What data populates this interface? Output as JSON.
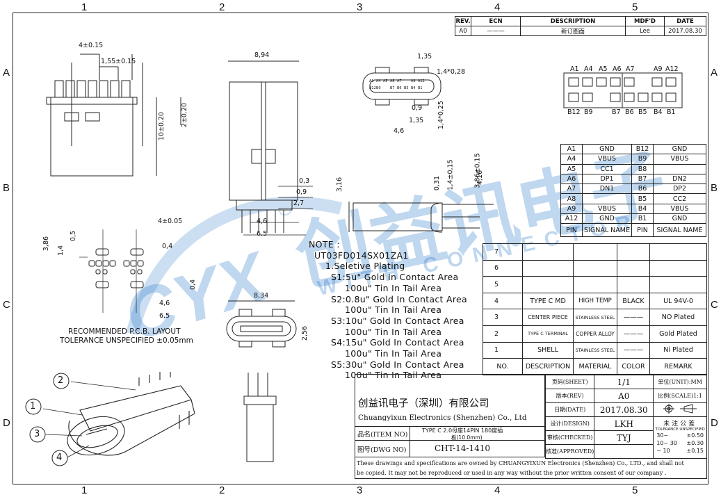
{
  "zones": {
    "columns": [
      "1",
      "2",
      "3",
      "4",
      "5"
    ],
    "rows": [
      "A",
      "B",
      "C",
      "D"
    ]
  },
  "revision_block": {
    "headers": [
      "REV.",
      "ECN",
      "DESCRIPTION",
      "MDF'D",
      "DATE"
    ],
    "row": [
      "A0",
      "———",
      "新订图面",
      "Lee",
      "2017.08.30"
    ]
  },
  "dimensions": {
    "side_view": [
      "4±0.15",
      "1,55±0.15",
      "10±0.20",
      "2±0.20"
    ],
    "front_view": [
      "8,94"
    ],
    "socket_view": [
      "1,35",
      "1,4*0,28",
      "0,9",
      "1,35",
      "4,6",
      "1,4*0,25"
    ],
    "pcb_side": [
      "0,3",
      "0,9",
      "2,7",
      "4,6",
      "6,5"
    ],
    "profile_view": [
      "3,16",
      "0,31",
      "1,4±0,15",
      "3,86±0,15",
      "4,16"
    ],
    "pcb_layout": [
      "4±0.05",
      "3,86",
      "1,4",
      "0,5",
      "0,4",
      "0,4",
      "4,6",
      "6,5"
    ],
    "port_view": [
      "8,34",
      "2,56"
    ]
  },
  "pin_labels_top": [
    "A1",
    "A4",
    "A5",
    "A6",
    "A7",
    "A9",
    "A12"
  ],
  "pin_labels_bottom": [
    "B12",
    "B9",
    "B7",
    "B6",
    "B5",
    "B4",
    "B1"
  ],
  "socket_pin_labels": [
    "A1",
    "A4",
    "A5",
    "A6",
    "A7",
    "A9",
    "A12",
    "B12",
    "B9",
    "B7",
    "B6",
    "B5",
    "B4",
    "B1"
  ],
  "pcb_layout_caption": [
    "RECOMMENDED  P.C.B. LAYOUT",
    "TOLERANCE  UNSPECIFIED  ±0.05mm"
  ],
  "note": {
    "title": "NOTE :",
    "lines": [
      "UT03FD014SX01ZA1",
      "1.Seletive Plating",
      "S1:5u\" Gold In Contact Area",
      "100u\" Tin  In Tail Area",
      "S2:0.8u\" Gold In Contact Area",
      "100u\" Tin   In Tail Area",
      "S3:10u\" Gold In Contact Area",
      "100u\" Tin   In Tail Area",
      "S4:15u\" Gold In Contact Area",
      "100u\" Tin   In Tail Area",
      "S5:30u\" Gold In Contact Area",
      "100u\" Tin   In Tail Area"
    ]
  },
  "pin_table": {
    "rows": [
      [
        "A1",
        "GND",
        "B12",
        "GND"
      ],
      [
        "A4",
        "VBUS",
        "B9",
        "VBUS"
      ],
      [
        "A5",
        "CC1",
        "B8",
        ""
      ],
      [
        "A6",
        "DP1",
        "B7",
        "DN2"
      ],
      [
        "A7",
        "DN1",
        "B6",
        "DP2"
      ],
      [
        "A8",
        "",
        "B5",
        "CC2"
      ],
      [
        "A9",
        "VBUS",
        "B4",
        "VBUS"
      ],
      [
        "A12",
        "GND",
        "B1",
        "GND"
      ]
    ],
    "header": [
      "PIN",
      "SIGNAL NAME",
      "PIN",
      "SIGNAL NAME"
    ]
  },
  "bom": {
    "rows": [
      [
        "7",
        "",
        "",
        "",
        ""
      ],
      [
        "6",
        "",
        "",
        "",
        ""
      ],
      [
        "5",
        "",
        "",
        "",
        ""
      ],
      [
        "4",
        "TYPE C MD",
        "HIGH TEMP",
        "BLACK",
        "UL 94V-0"
      ],
      [
        "3",
        "CENTER PIECE",
        "STAINLESS STEEL",
        "———",
        "NO Plated"
      ],
      [
        "2",
        "TYPE C TERMINAL",
        "COPPER ALLOY",
        "———",
        "Gold Plated"
      ],
      [
        "1",
        "SHELL",
        "STAINLESS STEEL",
        "———",
        "Ni Plated"
      ]
    ],
    "header": [
      "NO.",
      "DESCRIPTION",
      "MATERIAL",
      "COLOR",
      "REMARK"
    ]
  },
  "callouts": [
    "1",
    "2",
    "3",
    "4"
  ],
  "title_block": {
    "company_cn": "创益讯电子（深圳）有限公司",
    "company_en": "Chuangyixun Electronics (Shenzhen) Co., Ltd",
    "page_label": "页码(SHEET)",
    "page_value": "1/1",
    "unit_label": "单位(UNIT):MM",
    "version_label": "版本(REV)",
    "version_value": "A0",
    "scale_label": "比例(SCALE)1:1",
    "date_label": "日期(DATE)",
    "date_value": "2017.08.30",
    "design_label": "设计(DESIGN)",
    "design_value": "LKH",
    "checked_label": "审核(CHECKED)",
    "checked_value": "TYJ",
    "approved_label": "核准(APPROVED)",
    "item_label": "品名(ITEM NO)",
    "item_value_1": "TYPE C 2.0母座14PIN 180度插",
    "item_value_2": "板(10.0mm)",
    "dwg_label": "图号(DWG NO)",
    "dwg_value": "CHT-14-1410",
    "tolerance_title": "未注公差",
    "tolerance_sub": "TOLERANCE UNSPECIFIED",
    "tolerances": [
      [
        "30~",
        "±0.50"
      ],
      [
        "10~ 30",
        "±0.30"
      ],
      [
        "~ 10",
        "±0.15"
      ]
    ],
    "footer_1": "These drawings and specifications are owned by CHUANGYIXUN Electronics (Shenzhen) Co., LTD., and shall not",
    "footer_2": "be copied. It may not be reproduced or used in any way without the prior written consent of our company ."
  },
  "watermark": {
    "logo": "CYX",
    "cn": "创益讯电子",
    "en": "WITH CONNECTOR"
  }
}
